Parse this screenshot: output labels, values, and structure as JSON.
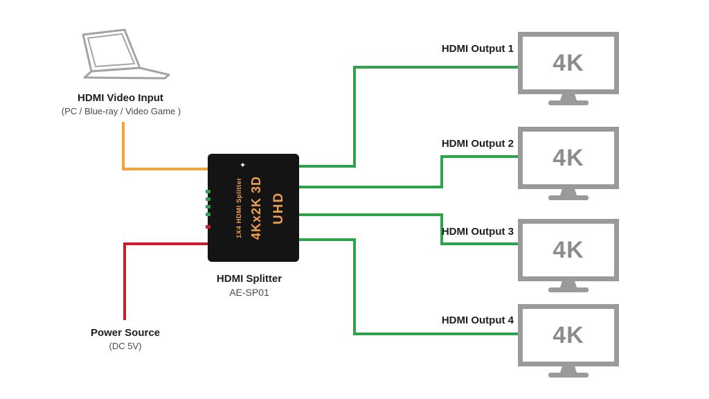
{
  "diagram": {
    "input": {
      "label": "HDMI Video Input",
      "sublabel": "(PC / Blue-ray / Video Game )"
    },
    "splitter": {
      "badge_uhd": "UHD",
      "badge_resolution": "4Kx2K 3D",
      "badge_model": "1X4 HDMI Splitter",
      "sparkle": "✦",
      "label": "HDMI Splitter",
      "model": "AE-SP01"
    },
    "power": {
      "label": "Power Source",
      "sublabel": "(DC 5V)"
    },
    "outputs": [
      {
        "label": "HDMI Output 1",
        "tv_text": "4K"
      },
      {
        "label": "HDMI Output 2",
        "tv_text": "4K"
      },
      {
        "label": "HDMI Output 3",
        "tv_text": "4K"
      },
      {
        "label": "HDMI Output 4",
        "tv_text": "4K"
      }
    ],
    "colors": {
      "input_line": "#f2a33c",
      "power_line": "#cf1b2b",
      "output_line": "#2fa24c",
      "device_text": "#f0a050",
      "device_body": "#141414",
      "tv_frame": "#9a9a9a",
      "tv_text": "#8c8c8c"
    }
  }
}
